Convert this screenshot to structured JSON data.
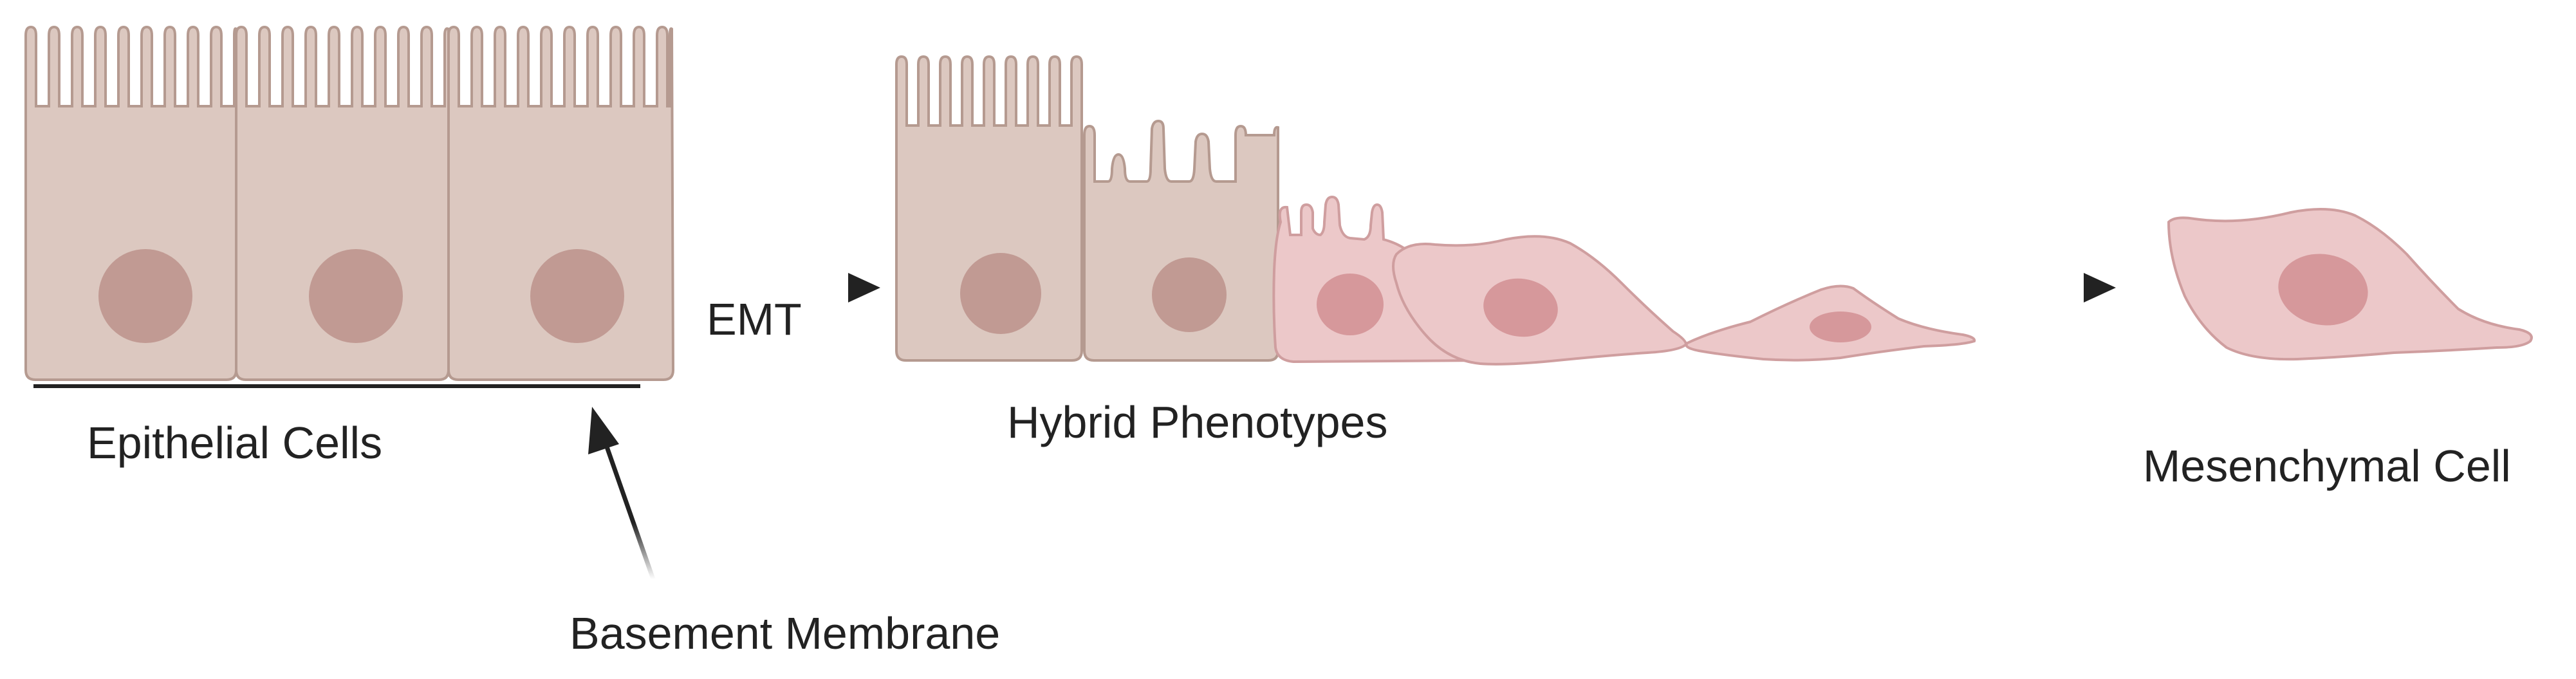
{
  "labels": {
    "epithelial": "Epithelial Cells",
    "basement": "Basement Membrane",
    "emt": "EMT",
    "hybrid": "Hybrid Phenotypes",
    "mesenchymal": "Mesenchymal Cell"
  },
  "colors": {
    "epithelial_fill": "#dcc8c0",
    "epithelial_stroke": "#b59a90",
    "epithelial_nucleus": "#c19a93",
    "mesenchymal_fill": "#ecc8c9",
    "mesenchymal_stroke": "#cf9e9f",
    "mesenchymal_nucleus": "#d6989b",
    "arrow": "#222222",
    "membrane": "#222222"
  }
}
